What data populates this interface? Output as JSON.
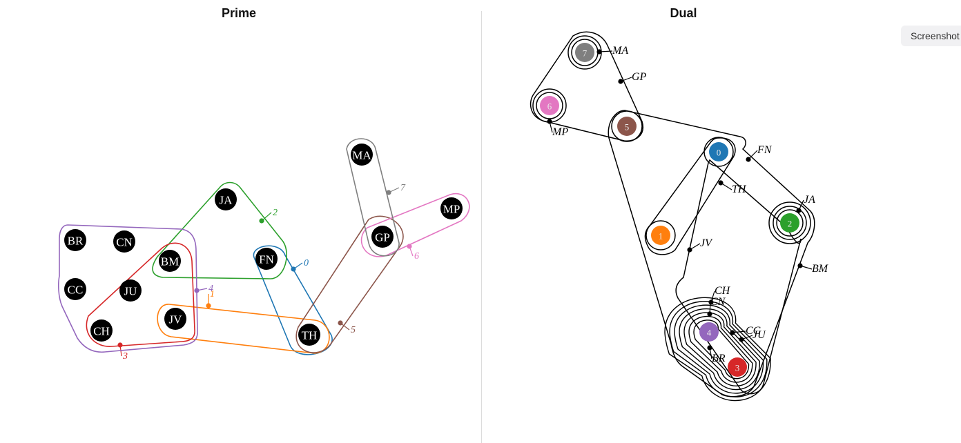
{
  "prime": {
    "title": "Prime",
    "vertices": [
      "BR",
      "CN",
      "CC",
      "JU",
      "CH",
      "BM",
      "JA",
      "JV",
      "FN",
      "TH",
      "MA",
      "GP",
      "MP"
    ],
    "edges": [
      {
        "label": "0",
        "members": [
          "FN",
          "TH"
        ],
        "color": "#1f77b4"
      },
      {
        "label": "1",
        "members": [
          "JV",
          "TH"
        ],
        "color": "#ff7f0e"
      },
      {
        "label": "2",
        "members": [
          "JA",
          "BM",
          "FN"
        ],
        "color": "#2ca02c"
      },
      {
        "label": "3",
        "members": [
          "BM",
          "CH"
        ],
        "color": "#d62728"
      },
      {
        "label": "4",
        "members": [
          "BR",
          "CN",
          "CC",
          "JU",
          "CH",
          "BM",
          "JV"
        ],
        "color": "#9467bd"
      },
      {
        "label": "5",
        "members": [
          "GP",
          "TH"
        ],
        "color": "#8c564b"
      },
      {
        "label": "6",
        "members": [
          "GP",
          "MP"
        ],
        "color": "#e377c2"
      },
      {
        "label": "7",
        "members": [
          "MA",
          "GP"
        ],
        "color": "#7f7f7f"
      }
    ]
  },
  "dual": {
    "title": "Dual",
    "nodes": [
      {
        "label": "0",
        "color": "#1f77b4"
      },
      {
        "label": "1",
        "color": "#ff7f0e"
      },
      {
        "label": "2",
        "color": "#2ca02c"
      },
      {
        "label": "3",
        "color": "#d62728"
      },
      {
        "label": "4",
        "color": "#9467bd"
      },
      {
        "label": "5",
        "color": "#8c564b"
      },
      {
        "label": "6",
        "color": "#e377c2"
      },
      {
        "label": "7",
        "color": "#7f7f7f"
      }
    ],
    "hyperedges": [
      "MA",
      "GP",
      "MP",
      "FN",
      "TH",
      "JA",
      "JV",
      "BM",
      "CH",
      "CN",
      "CC",
      "JU",
      "BR"
    ]
  },
  "toolbar": {
    "screenshot_label": "Screenshot"
  }
}
